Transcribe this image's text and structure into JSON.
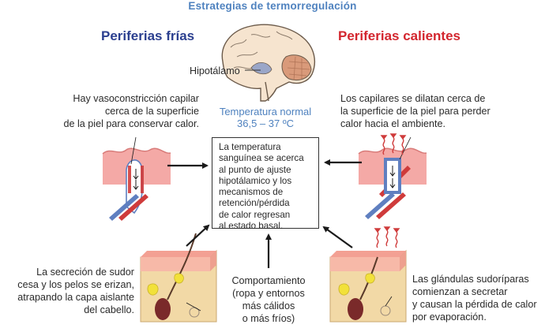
{
  "title": "Estrategias de termorregulación",
  "heading_cold": "Periferias frías",
  "heading_hot": "Periferias calientes",
  "hypothalamus_label": "Hipotálamo",
  "temperature_line1": "Temperatura normal",
  "temperature_line2": "36,5 – 37 ºC",
  "cold_capillary": [
    "Hay vasoconstricción capilar",
    "cerca de la superficie",
    "de la piel para conservar calor."
  ],
  "hot_capillary": [
    "Los capilares se dilatan cerca de",
    "la superficie de la piel para perder",
    "calor hacia el ambiente."
  ],
  "center_box": [
    "La temperatura",
    "sanguínea se acerca",
    "al punto de ajuste",
    "hipotálamico y los",
    "mecanismos de",
    "retención/pérdida",
    "de calor regresan",
    "al estado basal."
  ],
  "cold_skin": [
    "La secreción de sudor",
    "cesa y los pelos se erizan,",
    "atrapando la capa aislante",
    "del cabello."
  ],
  "behavior": [
    "Comportamiento",
    "(ropa y entornos",
    "más cálidos",
    "o más fríos)"
  ],
  "hot_skin": [
    "Las glándulas sudoríparas",
    "comienzan a secretar",
    "y causan la pérdida de calor",
    "por evaporación."
  ],
  "colors": {
    "title": "#4f82bf",
    "cold": "#2b3f8f",
    "hot": "#d3262e",
    "skin": "#f4a9a6",
    "fat": "#f2d9a6",
    "vein": "#5f7fc0",
    "artery": "#cf3b3b"
  },
  "icons": [
    "brain-icon",
    "capillary-cold-icon",
    "capillary-hot-icon",
    "skin-cold-icon",
    "skin-hot-icon",
    "heat-wave-icon"
  ]
}
